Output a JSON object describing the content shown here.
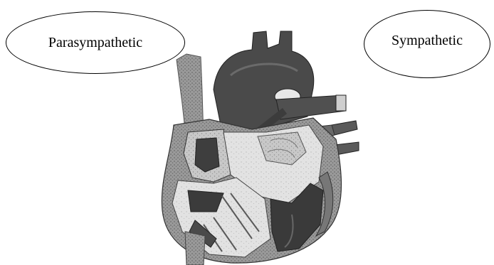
{
  "labels": {
    "left": "Parasympathetic",
    "right": "Sympathetic"
  },
  "figure": {
    "subject": "heart cross-section illustration",
    "style": "grayscale stippled drawing"
  }
}
